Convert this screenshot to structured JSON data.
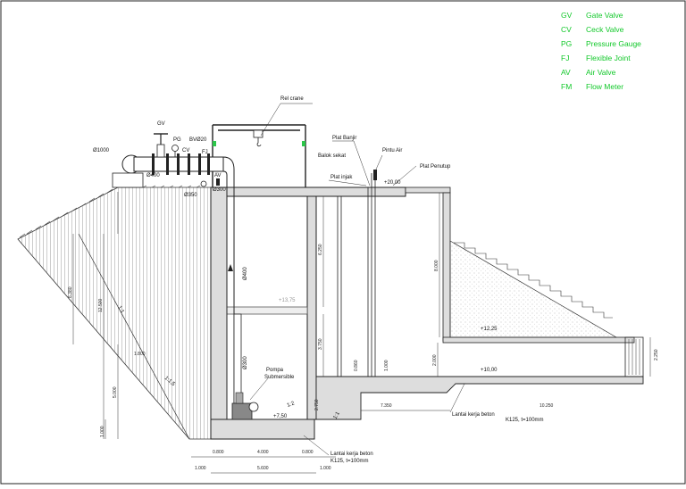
{
  "legend": [
    {
      "code": "GV",
      "label": "Gate Valve"
    },
    {
      "code": "CV",
      "label": "Ceck Valve"
    },
    {
      "code": "PG",
      "label": "Pressure Gauge"
    },
    {
      "code": "FJ",
      "label": "Flexible Joint"
    },
    {
      "code": "AV",
      "label": "Air Valve"
    },
    {
      "code": "FM",
      "label": "Flow Meter"
    }
  ],
  "legend_color": "#12c82a",
  "labels": {
    "rel_crane": "Rel crane",
    "gv": "GV",
    "pg": "PG",
    "cv": "CV",
    "bv": "BVØ20",
    "fj": "FJ",
    "av": "AV",
    "d1000": "Ø1000",
    "d400_top": "Ø400",
    "d350": "Ø350",
    "d300_small": "Ø300",
    "plat_banjir": "Plat Banjir",
    "pintu_air": "Pintu Air",
    "balok_sekat": "Balok sekat",
    "plat_injak": "Plat injak",
    "plat_penutup": "Plat Penutup",
    "el_20": "+20,00",
    "el_1375": "+13,75",
    "el_1225": "+12,25",
    "el_10": "+10,00",
    "el_750": "+7,50",
    "d400_vert": "Ø400",
    "d300_vert": "Ø300",
    "pompa": "Pompa",
    "submersible": "Submersible",
    "lantai1": "Lantai kerja beton",
    "lantai1b": "K125, t=100mm",
    "lantai2": "Lantai kerja beton",
    "lantai2b": "K125, t=100mm",
    "slope_1_1": "1:1",
    "slope_1_15": "1:1,5",
    "slope_12": "1:2",
    "slope_1_1b": "1:1"
  },
  "dimensions": {
    "d6380": "6.380",
    "d12500": "12.500",
    "d6250": "6.250",
    "d3750": "3.750",
    "d8000": "8.000",
    "d2000": "2.000",
    "d2250": "2.250",
    "d0800_l": "0.800",
    "d4000": "4.000",
    "d0800_r": "0.800",
    "d1000_l": "1.000",
    "d5600": "5.600",
    "d1000_r": "1.000",
    "d7350": "7.350",
    "d10250": "10.250",
    "d5000": "5.000",
    "d1000_v": "1.000",
    "d1800": "1.800",
    "d0860": "0.860",
    "d1000_b": "1.000",
    "d2750": "2.750"
  }
}
